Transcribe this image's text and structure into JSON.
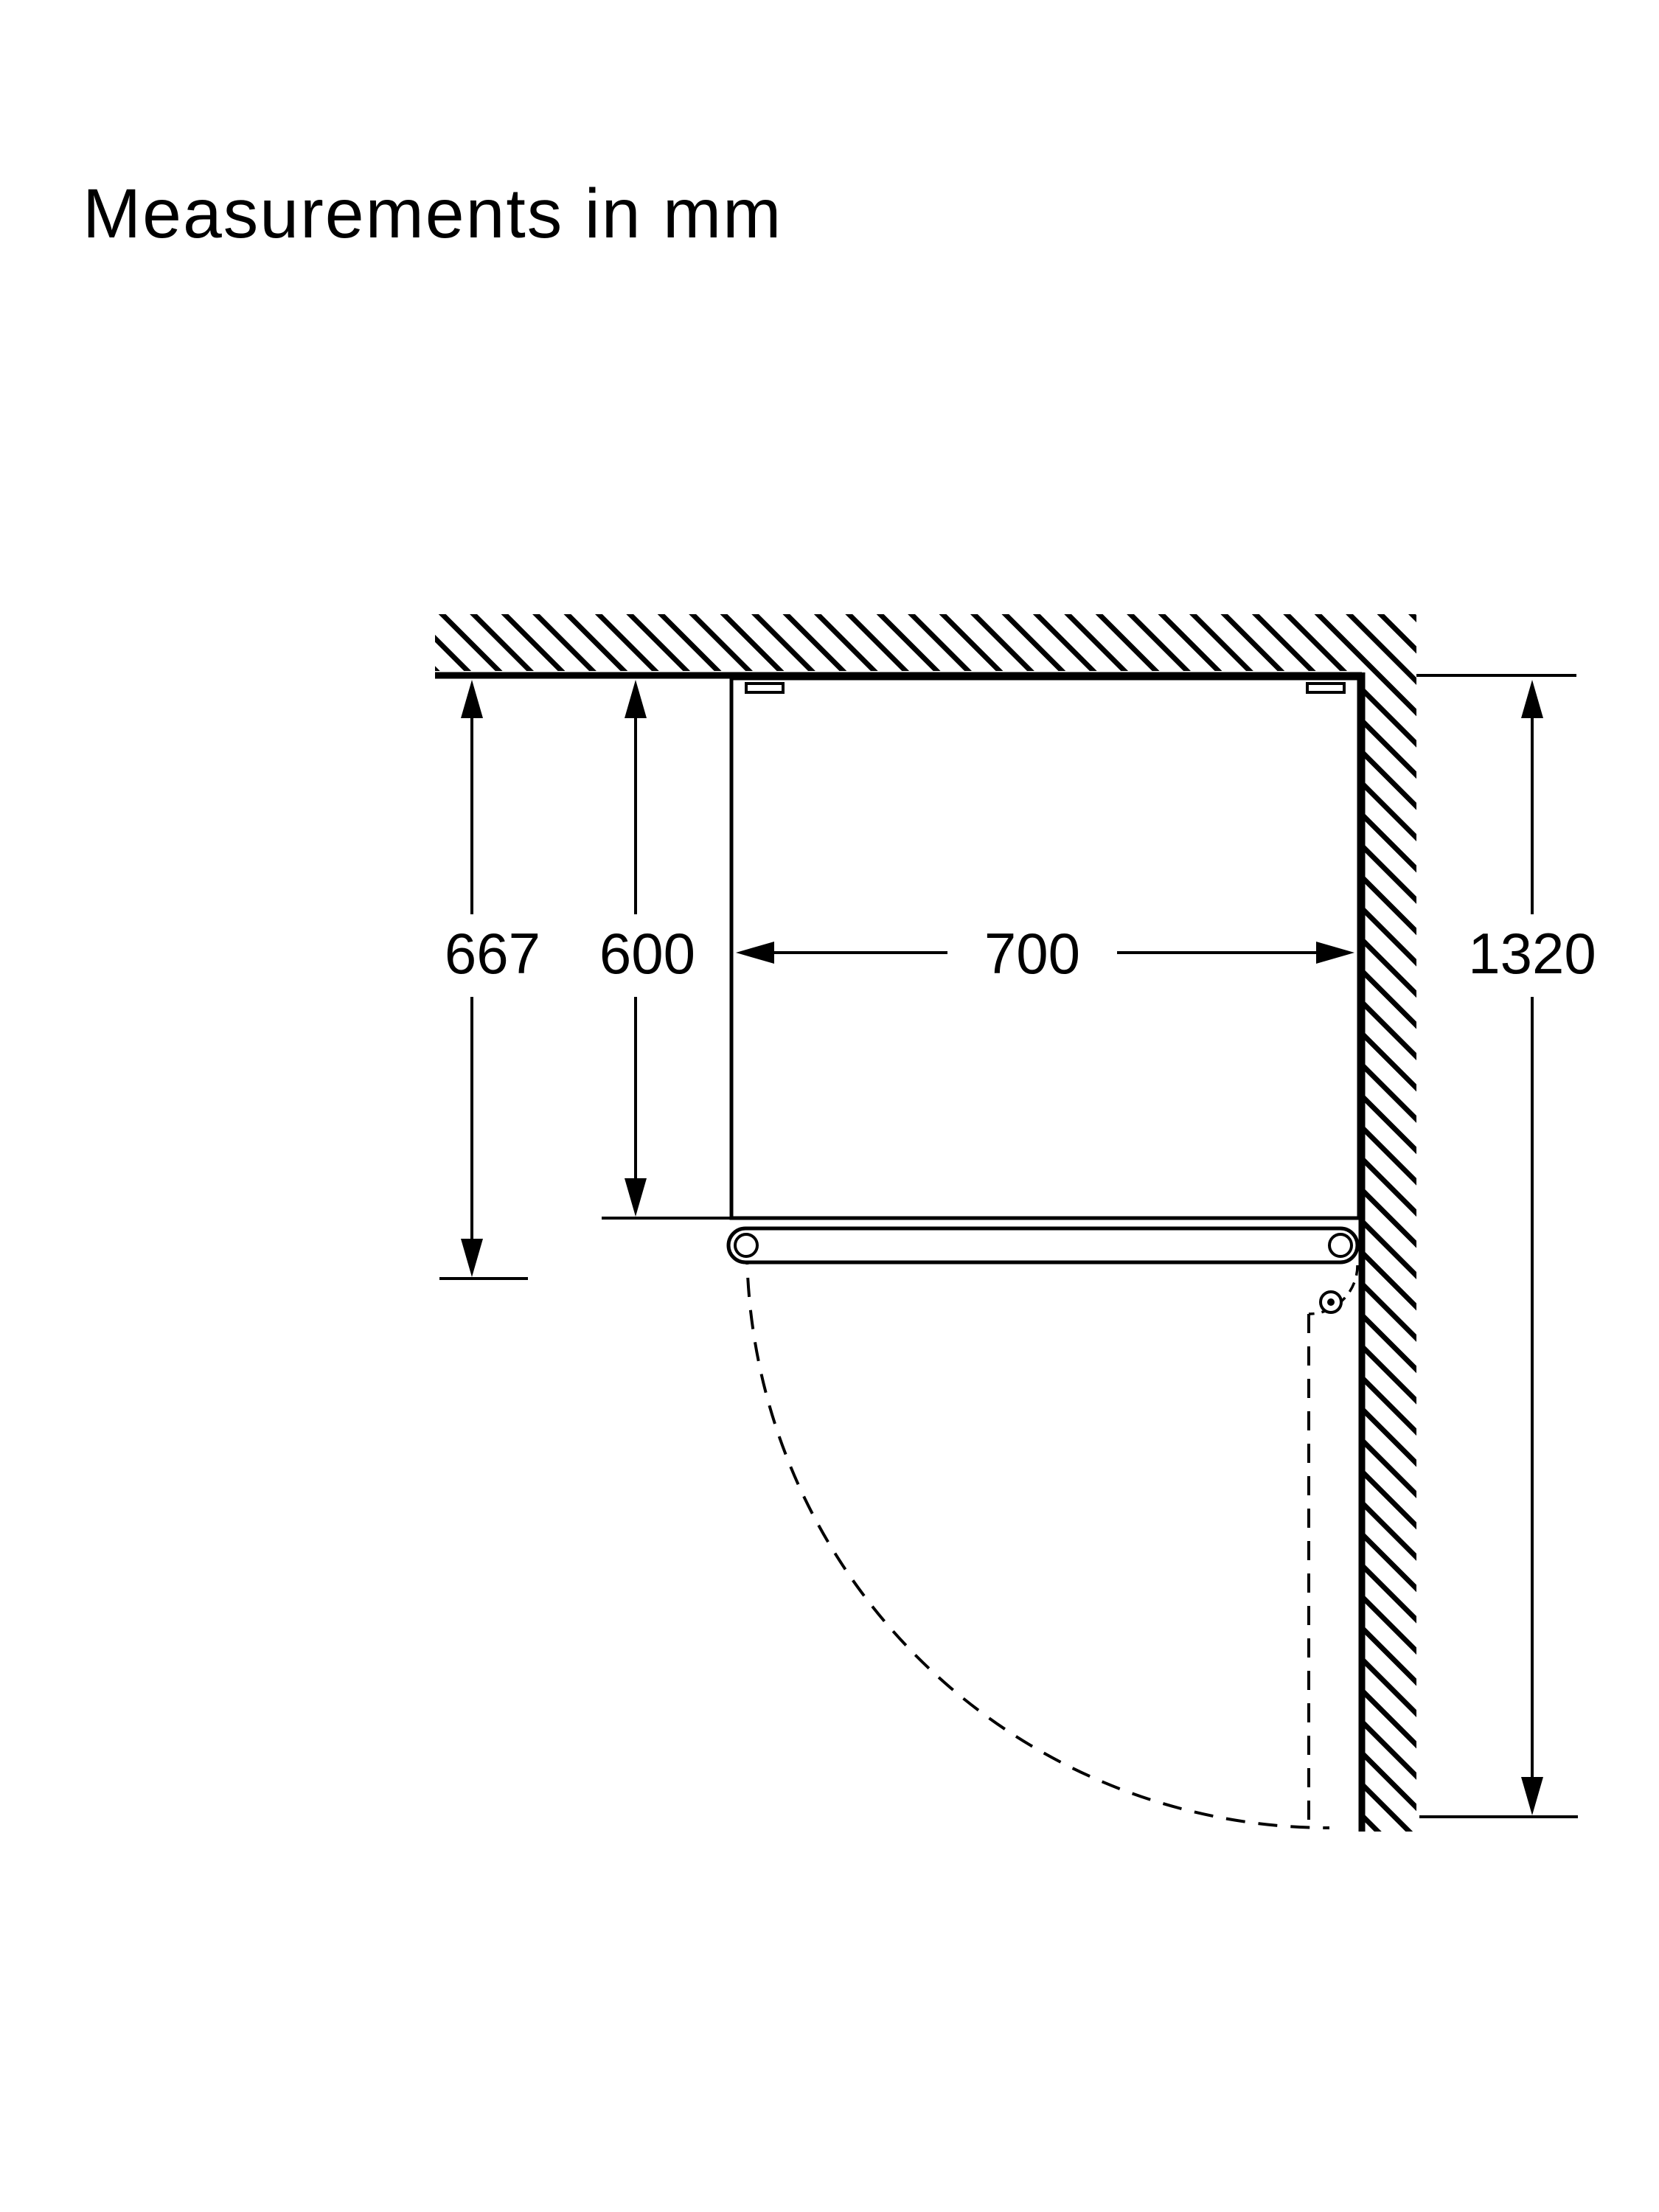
{
  "title": "Measurements in mm",
  "dimensions": {
    "depth_total_mm": "667",
    "depth_body_mm": "600",
    "width_mm": "700",
    "clearance_side_mm": "1320"
  },
  "colors": {
    "line": "#000000",
    "background": "#ffffff"
  }
}
